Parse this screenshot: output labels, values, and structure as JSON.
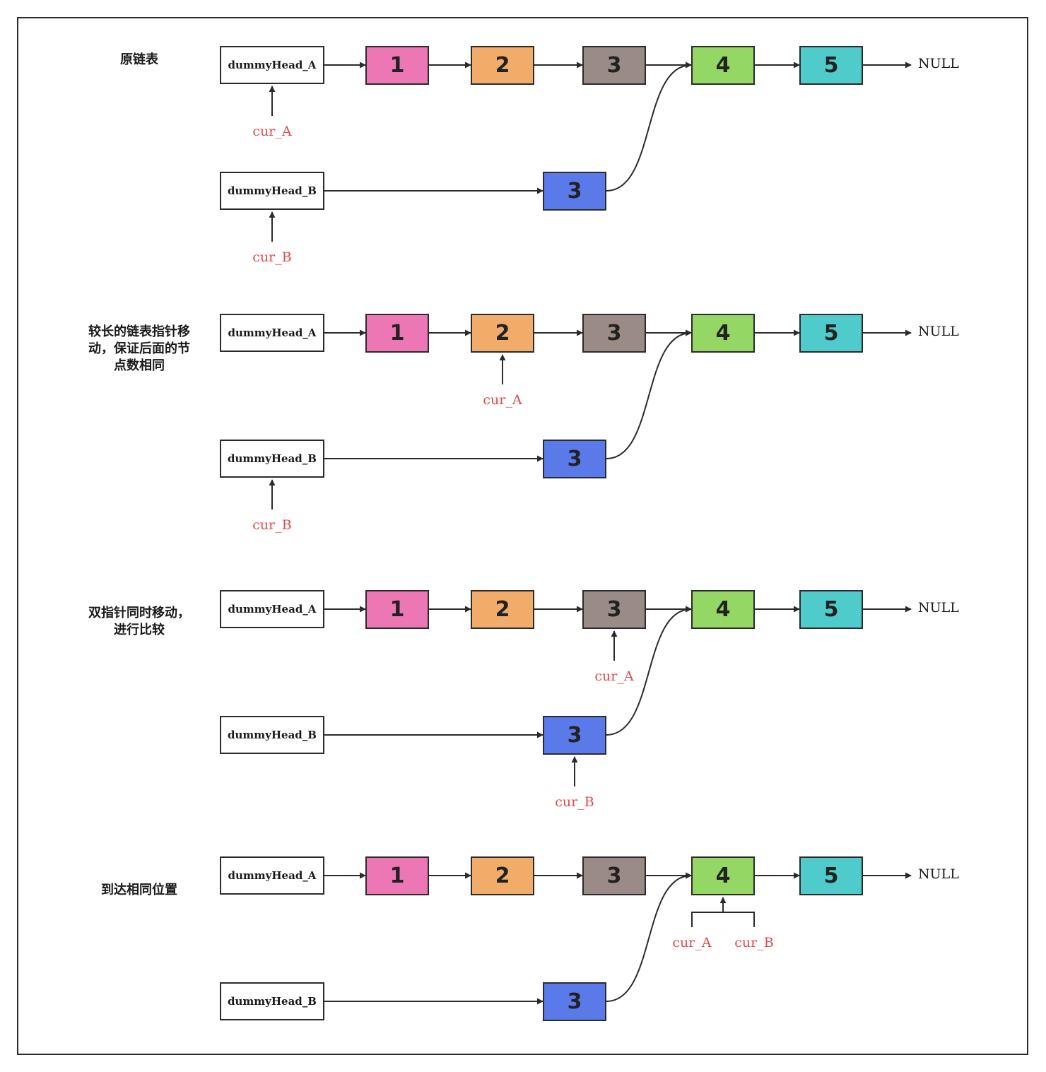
{
  "colors": {
    "pointer": "#e04a4a",
    "line": "#2b2b2b",
    "node1": "#ed77b5",
    "node2": "#f1ac6a",
    "node3": "#9a8b86",
    "node4": "#95d765",
    "node5": "#4fcbcb",
    "nodeB": "#5b7ae9"
  },
  "head_a": "dummyHead_A",
  "head_b": "dummyHead_B",
  "null_text": "NULL",
  "pointer_a": "cur_A",
  "pointer_b": "cur_B",
  "node_values": {
    "n1": "1",
    "n2": "2",
    "n3": "3",
    "n4": "4",
    "n5": "5",
    "b3": "3"
  },
  "stages": [
    {
      "label": "原链表",
      "cur_a_on": "dummyHead_A",
      "cur_b_on": "dummyHead_B"
    },
    {
      "label": "较长的链表指针移\n动，保证后面的节\n点数相同",
      "cur_a_on": "2",
      "cur_b_on": "dummyHead_B"
    },
    {
      "label": "双指针同时移动，\n进行比较",
      "cur_a_on": "3",
      "cur_b_on": "3"
    },
    {
      "label": "到达相同位置",
      "cur_a_on": "4",
      "cur_b_on": "4"
    }
  ]
}
